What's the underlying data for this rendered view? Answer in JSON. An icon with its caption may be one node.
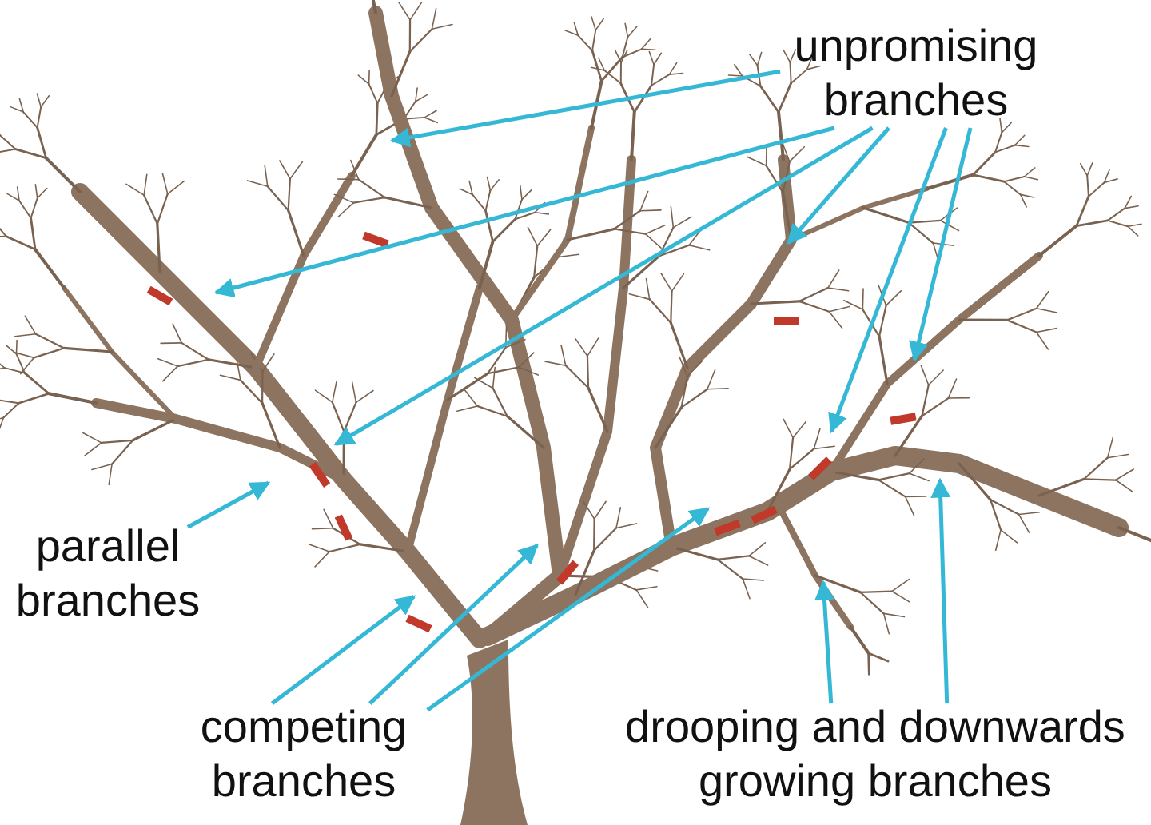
{
  "diagram": {
    "nodes": [
      {
        "text": [
          "unpromising branches"
        ]
      },
      {
        "text": [
          "parallel branches"
        ]
      },
      {
        "text": [
          "competing branches"
        ]
      },
      {
        "text": [
          "drooping and downwards growing branches"
        ]
      }
    ],
    "edges": [
      {
        "from": 0,
        "to": null,
        "arrow": "to"
      },
      {
        "from": 0,
        "to": null,
        "arrow": "to"
      },
      {
        "from": 0,
        "to": null,
        "arrow": "to"
      },
      {
        "from": 0,
        "to": null,
        "arrow": "to"
      },
      {
        "from": 0,
        "to": null,
        "arrow": "to"
      },
      {
        "from": 0,
        "to": null,
        "arrow": "to"
      },
      {
        "from": 1,
        "to": null,
        "arrow": "to"
      },
      {
        "from": 2,
        "to": null,
        "arrow": "to"
      },
      {
        "from": 2,
        "to": null,
        "arrow": "to"
      },
      {
        "from": 2,
        "to": null,
        "arrow": "to"
      },
      {
        "from": 3,
        "to": null,
        "arrow": "to"
      },
      {
        "from": 3,
        "to": null,
        "arrow": "to"
      }
    ]
  }
}
